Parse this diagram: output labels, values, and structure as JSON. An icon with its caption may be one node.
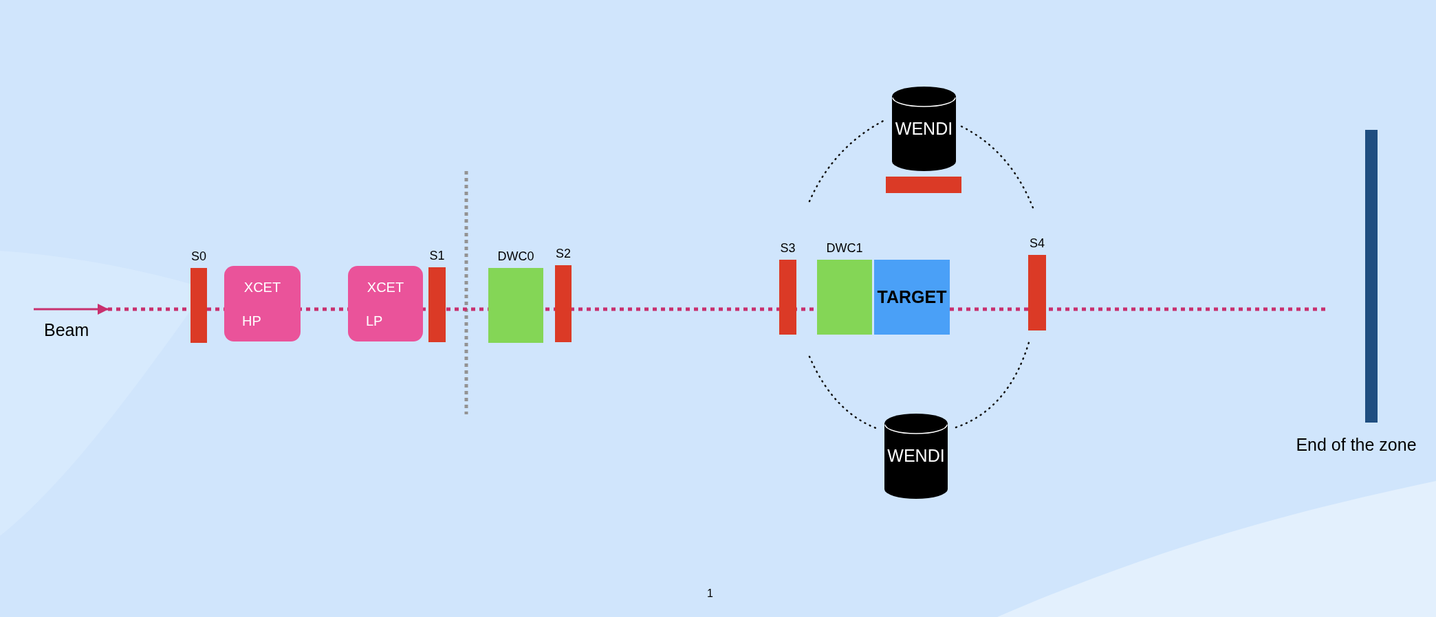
{
  "diagram": {
    "nodes": [
      {
        "text": [
          "S0"
        ]
      },
      {
        "text": [
          "XCET",
          "HP"
        ]
      },
      {
        "text": [
          "XCET",
          "LP"
        ]
      },
      {
        "text": [
          "S1"
        ]
      },
      {
        "text": [
          "DWC0"
        ]
      },
      {
        "text": [
          "S2"
        ]
      },
      {
        "text": [
          "WENDI"
        ]
      },
      {
        "text": [],
        "shape": "bar"
      },
      {
        "text": [
          "S3"
        ]
      },
      {
        "text": [
          "DWC1"
        ]
      },
      {
        "text": [
          "TARGET"
        ]
      },
      {
        "text": [
          "S4"
        ]
      },
      {
        "text": [
          "WENDI"
        ]
      },
      {
        "text": [
          "End of the zone"
        ]
      }
    ],
    "labels": [
      "Beam",
      "1"
    ]
  }
}
